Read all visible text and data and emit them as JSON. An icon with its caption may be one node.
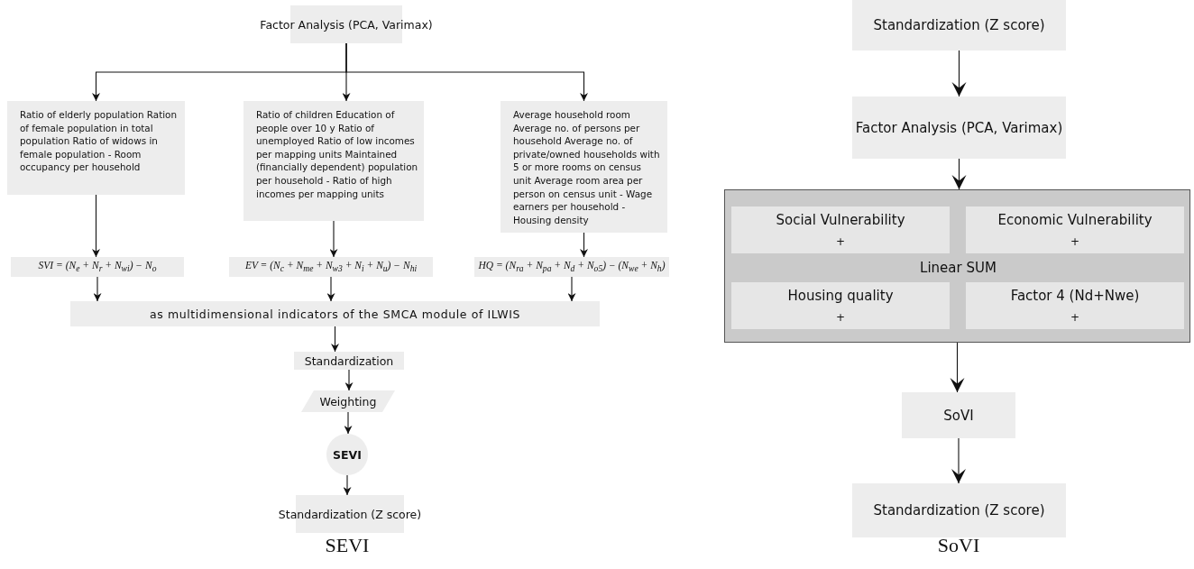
{
  "diagram": {
    "nodes": [
      {
        "text": [
          "Factor Analysis (PCA, Varimax)"
        ]
      },
      {
        "text": [
          "Ratio of elderly population Ration of female population in total population Ratio of widows in female population - Room occupancy per household"
        ]
      },
      {
        "text": [
          "Ratio of children Education of people over 10 y Ratio of unemployed Ratio of low incomes per mapping units Maintained (financially dependent) population per household - Ratio of high incomes per mapping units"
        ]
      },
      {
        "text": [
          "Average household room Average no. of persons per household Average no. of private/owned households with 5 or more rooms on census unit Average room area per person on census unit - Wage earners per household - Housing density"
        ]
      },
      {
        "text": [
          "SVI = (N$_{e}$ + N$_{r}$ + N$_{wi}$) − N$_{o}$"
        ]
      },
      {
        "text": [
          "EV = (N$_{c}$ + N$_{me}$ + N$_{w3}$ + N$_{i}$ + N$_{u}$) − N$_{hi}$"
        ]
      },
      {
        "text": [
          "HQ = (N$_{ra}$ + N$_{pa}$ + N$_{d}$ + N$_{o5}$) − (N$_{we}$ + N$_{h}$)"
        ]
      },
      {
        "text": [
          "as multidimensional indicators of the SMCA module of ILWIS"
        ]
      },
      {
        "text": [
          "Standardization"
        ]
      },
      {
        "text": [
          "Weighting"
        ]
      },
      {
        "text": [
          "SEVI"
        ]
      },
      {
        "text": [
          "Standardization (Z score)"
        ]
      },
      {
        "text": [
          "Standardization (Z score)"
        ]
      },
      {
        "text": [
          "Factor Analysis (PCA, Varimax)"
        ]
      },
      {
        "text": [
          "Linear SUM"
        ]
      },
      {
        "text": [
          "Social Vulnerability",
          "+"
        ],
        "in": 14
      },
      {
        "text": [
          "Economic Vulnerability",
          "+"
        ],
        "in": 14
      },
      {
        "text": [
          "Housing quality",
          "+"
        ],
        "in": 14
      },
      {
        "text": [
          "Factor 4 (Nd+Nwe)",
          "+"
        ],
        "in": 14
      },
      {
        "text": [
          "SoVI"
        ]
      },
      {
        "text": [
          "Standardization (Z score)"
        ]
      }
    ],
    "edges": [
      {
        "from": 0,
        "to": 1,
        "arrow": "to"
      },
      {
        "from": 0,
        "to": 2,
        "arrow": "to"
      },
      {
        "from": 0,
        "to": 3,
        "arrow": "to"
      },
      {
        "from": 1,
        "to": 4,
        "arrow": "to"
      },
      {
        "from": 2,
        "to": 5,
        "arrow": "to"
      },
      {
        "from": 3,
        "to": 6,
        "arrow": "to"
      },
      {
        "from": 4,
        "to": 7,
        "arrow": "to"
      },
      {
        "from": 5,
        "to": 7,
        "arrow": "to"
      },
      {
        "from": 6,
        "to": 7,
        "arrow": "to"
      },
      {
        "from": 7,
        "to": 8,
        "arrow": "to"
      },
      {
        "from": 8,
        "to": 9,
        "arrow": "to"
      },
      {
        "from": 9,
        "to": 10,
        "arrow": "to"
      },
      {
        "from": 10,
        "to": 11,
        "arrow": "to"
      },
      {
        "from": 12,
        "to": 13,
        "arrow": "to"
      },
      {
        "from": 13,
        "to": 14,
        "arrow": "to"
      },
      {
        "from": 14,
        "to": 19,
        "arrow": "to"
      },
      {
        "from": 19,
        "to": 20,
        "arrow": "to"
      }
    ],
    "labels": [
      "SEVI",
      "SoVI"
    ]
  }
}
